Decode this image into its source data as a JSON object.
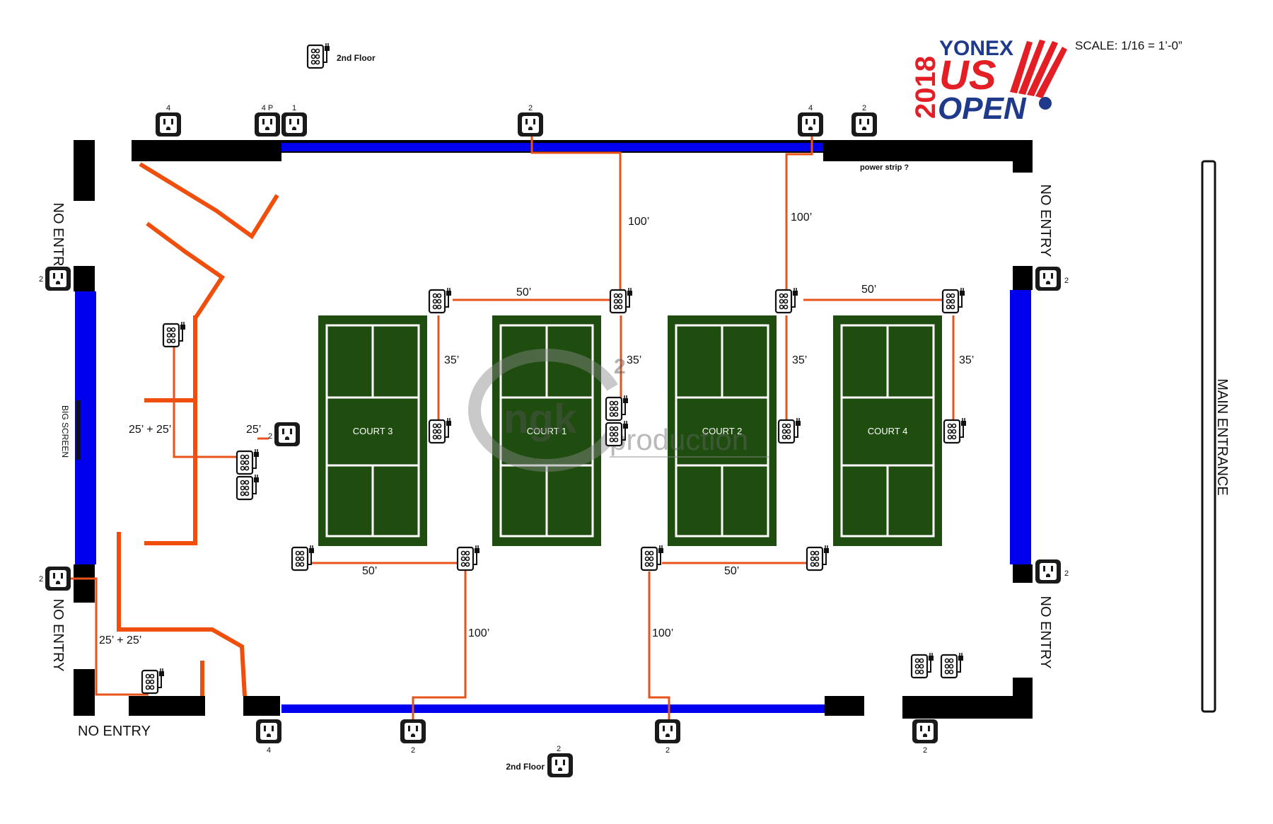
{
  "header": {
    "scale": "SCALE: 1/16 = 1’-0”",
    "logo": {
      "brand": "YONEX",
      "year": "2018",
      "event_top": "US",
      "event_bottom": "OPEN",
      "colors": {
        "red": "#e31e24",
        "blue": "#1f3a8a"
      }
    }
  },
  "labels": {
    "no_entry": "NO ENTRY",
    "main_entrance": "MAIN ENTRANCE",
    "big_screen": "BIG SCREEN",
    "second_floor": "2nd Floor",
    "power_strip": "power strip ?"
  },
  "courts": {
    "c3": "COURT 3",
    "c1": "COURT 1",
    "c2": "COURT 2",
    "c4": "COURT 4",
    "color": "#1e4d0f"
  },
  "outlet_counts": {
    "top": [
      "4",
      "4 P",
      "1",
      "2",
      "4",
      "2"
    ],
    "left": [
      "2",
      "2"
    ],
    "right": [
      "2",
      "2"
    ],
    "interior": "2",
    "bottom": [
      "4",
      "2",
      "2",
      "2"
    ],
    "second_floor_bottom": "2"
  },
  "distances": {
    "d100": "100’",
    "d50": "50’",
    "d35": "35’",
    "d25": "25’",
    "d25x2": "25’ + 25’"
  },
  "watermark": {
    "mark": "ngk",
    "sup": "2",
    "word": "production"
  },
  "colors": {
    "wall": "#000000",
    "window": "#0000ee",
    "cable": "#e8531b",
    "barrier": "#f04e0c"
  }
}
